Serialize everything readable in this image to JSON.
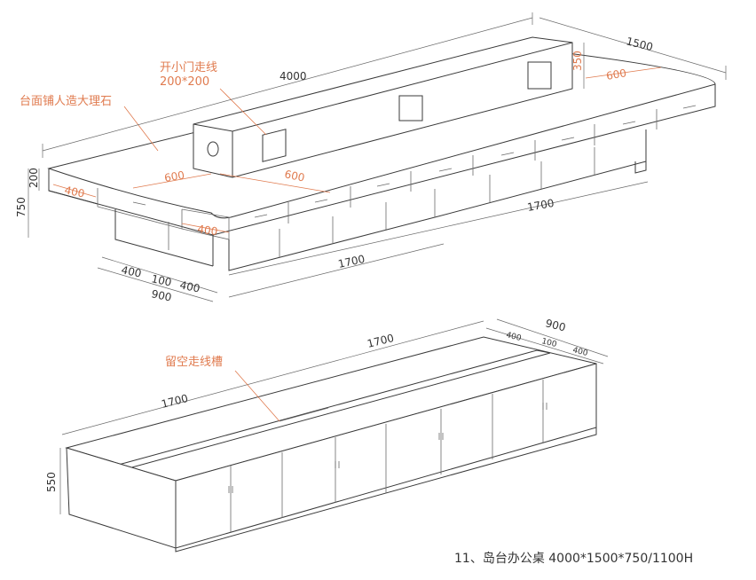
{
  "caption": "11、岛台办公桌 4000*1500*750/1100H",
  "callouts": {
    "small_door_line1": "开小门走线",
    "small_door_line2": "200*200",
    "marble_top": "台面铺人造大理石",
    "reserved_slot": "留空走线槽"
  },
  "top_dims": {
    "length": "4000",
    "width": "1500",
    "panel_height": "350",
    "panel_offset": "600",
    "height": "750",
    "top_thickness": "200",
    "overhang_left": "400",
    "overhang_front": "400",
    "inner_600_a": "600",
    "inner_600_b": "600",
    "half_right": "1700",
    "half_front": "1700",
    "depth_a": "400",
    "depth_b": "100",
    "depth_c": "400",
    "depth_total": "900"
  },
  "bottom_dims": {
    "depth_total": "900",
    "depth_a": "400",
    "depth_b": "100",
    "depth_c": "400",
    "length_back": "1700",
    "length_front": "1700",
    "height": "550"
  },
  "colors": {
    "line": "#3a3a3a",
    "accent": "#e07b4f"
  }
}
